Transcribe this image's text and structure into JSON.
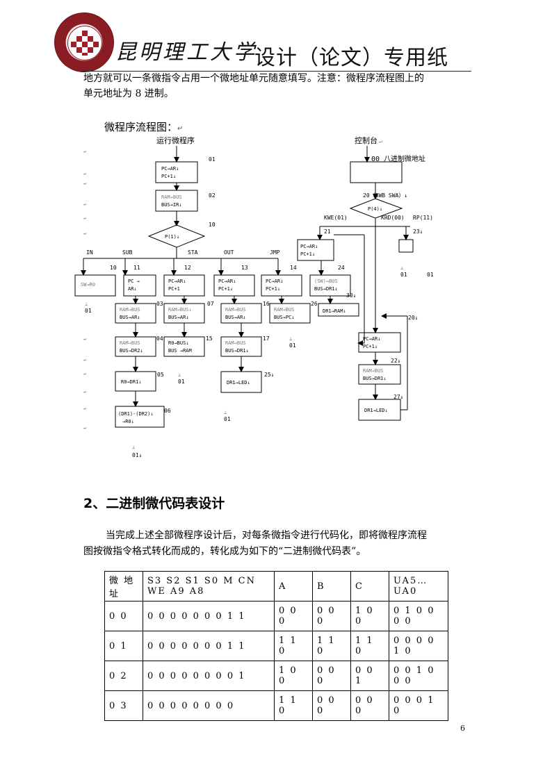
{
  "header": {
    "university": "昆明理工大学",
    "sheet_title": "设计（论文）专用纸"
  },
  "intro": {
    "line1": "地方就可以一条微指令占用一个微地址单元随意填写。注意：微程序流程图上的",
    "line2": "单元地址为 8 进制。"
  },
  "flowchart": {
    "title": "微程序流程图：",
    "title_mark": "↵",
    "left_start": "运行微程序",
    "right_start": "控制台",
    "right_start_mark": "↵",
    "boxes": {
      "pc_ar_top": [
        "PC→AR↓",
        "PC+1↓"
      ],
      "ram_bus_ir": [
        "RAM→BUS",
        "BUS→IR↓"
      ],
      "sw_r0": [
        "SW→R0"
      ],
      "sub": [
        "PC  →",
        "AR↓"
      ],
      "sta": [
        "PC→AR↓",
        "PC+1"
      ],
      "out": [
        "PC→AR↓",
        "PC+1↓"
      ],
      "jmp": [
        "PC→AR↓",
        "PC+1↓"
      ],
      "sw_bus": [
        "(SW)→BUS",
        "BUS→DR1↓"
      ],
      "pc_ar_right": [
        "PC→AR↓",
        "PC+1↓"
      ],
      "ram_bus_ar_03": [
        "RAM→BUS",
        "BUS→AR↓"
      ],
      "ram_bus_ar_07": [
        "RAM→BUS↓",
        "BUS→AR↓"
      ],
      "ram_bus_ar_16": [
        "RAM→BUS",
        "BUS→AR↓"
      ],
      "ram_bus_pc": [
        "RAM→BUS",
        "BUS→PC↓"
      ],
      "dr1_ram": [
        "DR1→RAM↓"
      ],
      "ram_bus_dr2": [
        "RAM→BUS",
        "BUS→DR2↓"
      ],
      "r0_bus": [
        "R0→BUS↓",
        "BUS →RAM"
      ],
      "ram_bus_dr1_17": [
        "RAM→BUS",
        "BUS→DR1↓"
      ],
      "pc_ar_20": [
        "PC→AR↓",
        "PC+1↓"
      ],
      "r0_dr1": [
        "R0→DR1↓"
      ],
      "dr1_led_25": [
        "DR1→LED↓"
      ],
      "ram_bus_dr1_22": [
        "RAM→BUS",
        "BUS→DR1↓"
      ],
      "dr1_r0": [
        "(DR1)-(DR2)↓",
        "→R0↓"
      ],
      "dr1_led_27": [
        "DR1→LED↓"
      ]
    },
    "diamonds": {
      "p1": "P(1)↓",
      "p4": "P(4)↓"
    },
    "addresses": {
      "a01": "01",
      "a02": "02",
      "a10_top": "10",
      "a00": "00 八进制微地址",
      "a20": "20（SWB SWA）↓",
      "a10": "10",
      "a11": "11",
      "a12": "12",
      "a13": "13",
      "a14": "14",
      "a24": "24",
      "a21": "21",
      "a23": "23↓",
      "a03": "03",
      "a07": "07",
      "a16": "16",
      "a26": "26",
      "a30": "30↓",
      "a04": "04",
      "a15": "15",
      "a17": "17",
      "a20b": "20↓",
      "a05": "05",
      "a25": "25↓",
      "a22": "22↓",
      "a06": "06",
      "a27": "27↓"
    },
    "branch_labels": {
      "in": "IN",
      "sub": "SUB",
      "sta": "STA",
      "out": "OUT",
      "jmp": "JMP",
      "kwe": "KWE(01)",
      "krd": "KRD(00)",
      "rp": "RP(11)"
    },
    "returns": {
      "r": "01",
      "r2": "01↓"
    }
  },
  "section2": {
    "heading": "2、二进制微代码表设计",
    "para_line1": "当完成上述全部微程序设计后，对每条微指令进行代码化，即将微程序流程",
    "para_line2": "图按微指令格式转化而成的，转化成为如下的“二进制微代码表”。"
  },
  "table": {
    "headers": [
      "微 地址",
      "S3 S2 S1 S0 M CN WE A9 A8",
      "A",
      "B",
      "C",
      "UA5…UA0"
    ],
    "rows": [
      [
        "0 0",
        "0 0 0 0 0 0 0 1 1",
        "0 0 0",
        "0 0 0",
        "1 0 0",
        "0 1 0 0 0 0"
      ],
      [
        "0 1",
        "0 0 0 0 0 0 0 1 1",
        "1 1 0",
        "1 1 0",
        "1 1 0",
        "0 0 0 0 1 0"
      ],
      [
        "0 2",
        "0 0 0 0 0 0 0 0 1",
        "1 0 0",
        "0 0 0",
        "0 0 1",
        "0 0 1 0 0 0"
      ],
      [
        "0 3",
        "0 0 0 0 0 0 0 0",
        "1 1 0",
        "0 0 0",
        "0 0 0",
        "0 0 0 1 0"
      ]
    ]
  },
  "footer": {
    "page_number": "6"
  }
}
